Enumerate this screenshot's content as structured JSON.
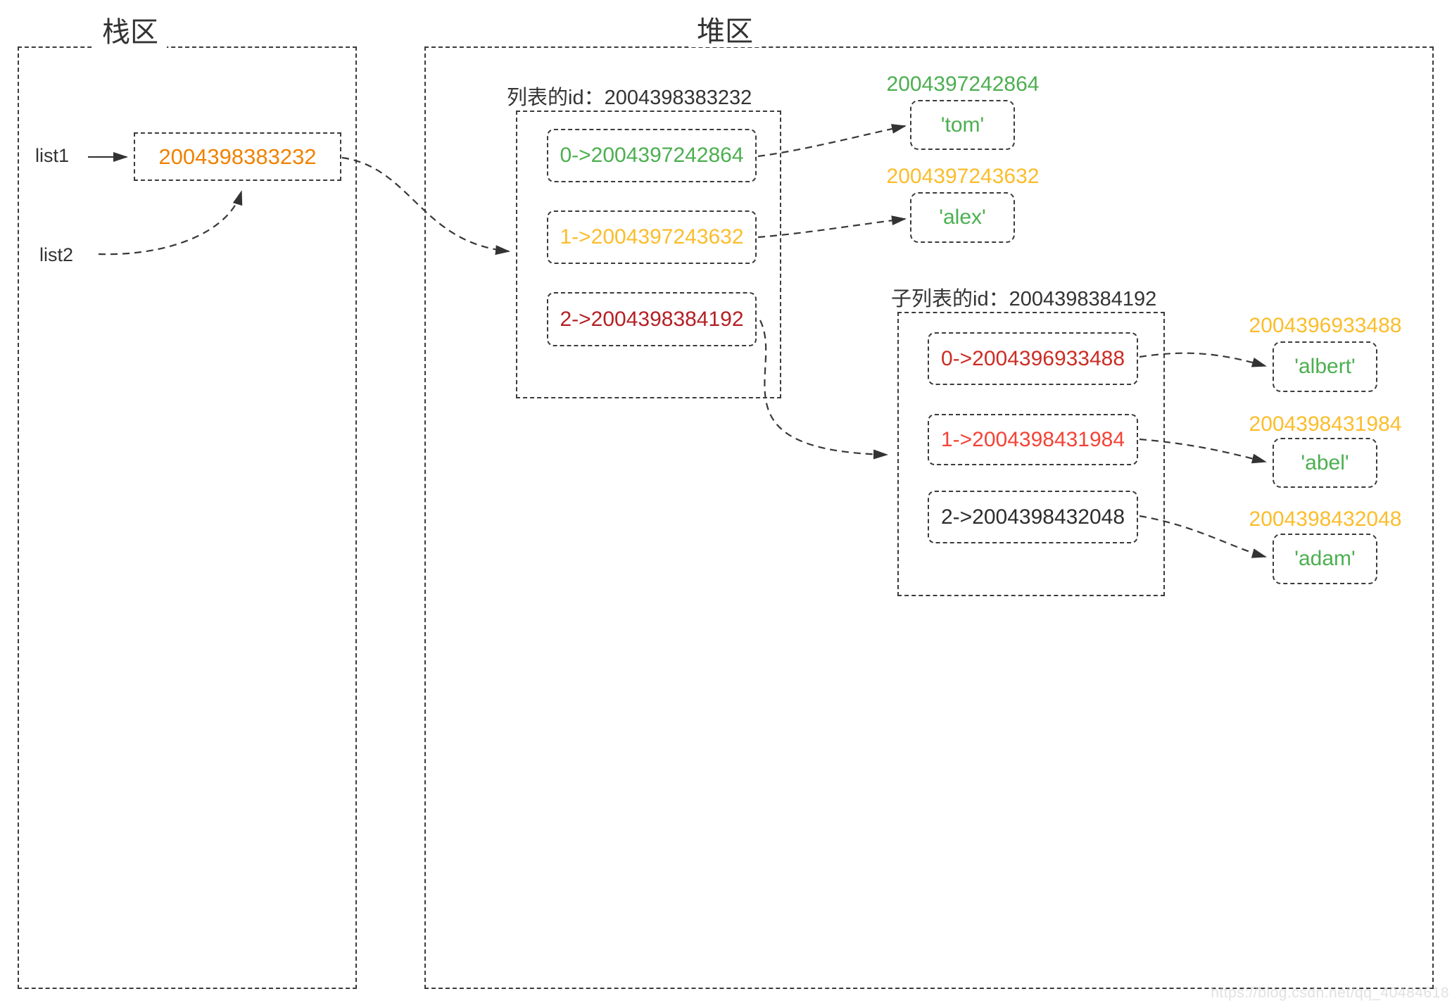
{
  "stack": {
    "title": "栈区",
    "variables": [
      {
        "name": "list1"
      },
      {
        "name": "list2"
      }
    ],
    "address_box": {
      "value": "2004398383232",
      "color": "#ef8201"
    }
  },
  "heap": {
    "title": "堆区",
    "list": {
      "label": "列表的id：2004398383232",
      "items": [
        {
          "text": "0->2004397242864",
          "color": "#4caf50"
        },
        {
          "text": "1->2004397243632",
          "color": "#fbbd2b"
        },
        {
          "text": "2->2004398384192",
          "color": "#b42025"
        }
      ]
    },
    "sublist": {
      "label": "子列表的id：2004398384192",
      "items": [
        {
          "text": "0->2004396933488",
          "color": "#cb2d24"
        },
        {
          "text": "1->2004398431984",
          "color": "#f44336"
        },
        {
          "text": "2->2004398432048",
          "color": "#2d2d2d"
        }
      ]
    },
    "cells": [
      {
        "address": "2004397242864",
        "address_color": "#4caf50",
        "value": "'tom'",
        "value_color": "#4caf50"
      },
      {
        "address": "2004397243632",
        "address_color": "#fbbd2b",
        "value": "'alex'",
        "value_color": "#4caf50"
      },
      {
        "address": "2004396933488",
        "address_color": "#fbbd2b",
        "value": "'albert'",
        "value_color": "#4caf50"
      },
      {
        "address": "2004398431984",
        "address_color": "#fbbd2b",
        "value": "'abel'",
        "value_color": "#4caf50"
      },
      {
        "address": "2004398432048",
        "address_color": "#fbbd2b",
        "value": "'adam'",
        "value_color": "#4caf50"
      }
    ]
  },
  "palette": {
    "border": "#3b3b3b",
    "arrow": "#333333",
    "ink": "#333333"
  },
  "watermark": {
    "text": "https://blog.csdn.net/qq_40484618",
    "color": "#c9c9c9"
  }
}
